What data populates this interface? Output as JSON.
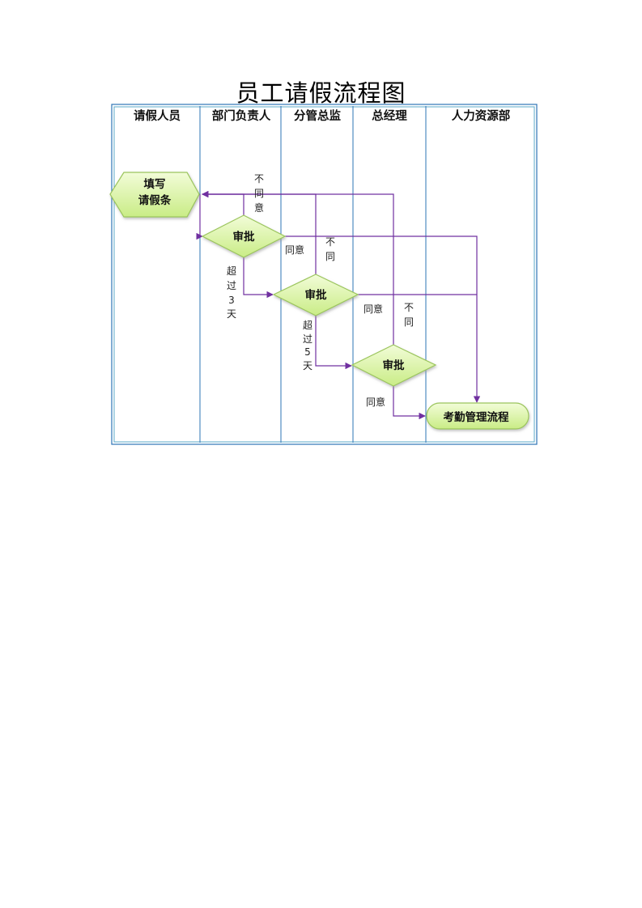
{
  "title": "员工请假流程图",
  "lanes": [
    {
      "label": "请假人员"
    },
    {
      "label": "部门负责人"
    },
    {
      "label": "分管总监"
    },
    {
      "label": "总经理"
    },
    {
      "label": "人力资源部"
    }
  ],
  "nodes": {
    "fill_form": {
      "lines": [
        "填写",
        "请假条"
      ]
    },
    "approve_dept": {
      "label": "审批"
    },
    "approve_director": {
      "label": "审批"
    },
    "approve_gm": {
      "label": "审批"
    },
    "attendance": {
      "label": "考勤管理流程"
    }
  },
  "edge_labels": {
    "dept_reject": [
      "不",
      "同",
      "意"
    ],
    "dept_over3": [
      "超",
      "过",
      "3",
      "天"
    ],
    "director_agree": "同意",
    "director_reject": [
      "不",
      "同"
    ],
    "director_over5": [
      "超",
      "过",
      "5",
      "天"
    ],
    "gm_agree_upper": "同意",
    "gm_reject": [
      "不",
      "同"
    ],
    "gm_agree": "同意"
  },
  "colors": {
    "frame": "#2E75B6",
    "frame_inner": "#5BA8C8",
    "arrow": "#7030A0",
    "node_fill_top": "#F2FCD8",
    "node_fill_bottom": "#C9EC86",
    "node_stroke": "#9BC55C"
  }
}
